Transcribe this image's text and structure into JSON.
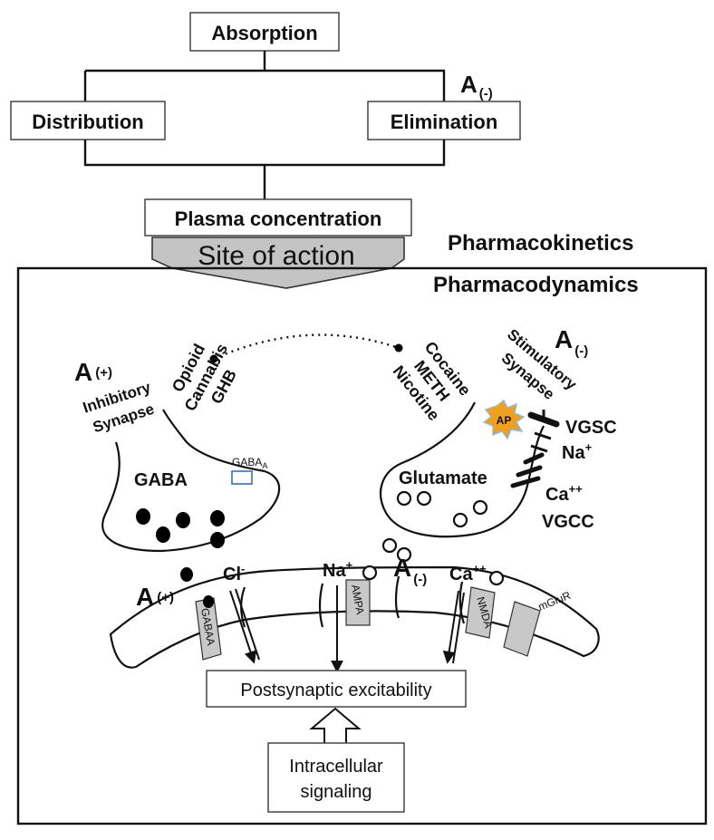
{
  "pk": {
    "absorption": "Absorption",
    "distribution": "Distribution",
    "elimination": "Elimination",
    "plasma": "Plasma concentration",
    "site": "Site of action",
    "a_elim_main": "A",
    "a_elim_sub": "(-)",
    "heading_pk": "Pharmacokinetics",
    "heading_pd": "Pharmacodynamics"
  },
  "inhibitory": {
    "a_main": "A",
    "a_sub": "(+)",
    "label_line1": "Inhibitory",
    "label_line2": "Synapse",
    "drugs": [
      "Opioid",
      "Cannabis",
      "GHB"
    ],
    "transmitter": "GABA",
    "receptor_main": "GABA",
    "receptor_sub": "A"
  },
  "stimulatory": {
    "a_main": "A",
    "a_sub": "(-)",
    "label_line1": "Stimulatory",
    "label_line2": "Synapse",
    "drugs": [
      "Cocaine",
      "METH",
      "Nicotine"
    ],
    "transmitter": "Glutamate",
    "ap": "AP",
    "vgsc": "VGSC",
    "na_main": "Na",
    "na_sup": "+",
    "ca_main": "Ca",
    "ca_sup": "++",
    "vgcc": "VGCC"
  },
  "postsynaptic": {
    "a_left_main": "A",
    "a_left_sub": "(+)",
    "cl_main": "Cl",
    "cl_sup": "-",
    "na_main": "Na",
    "na_sup": "+",
    "a_mid_main": "A",
    "a_mid_sub": "(-)",
    "ca_main": "Ca",
    "ca_sup": "++",
    "gabaa": "GABAA",
    "ampa": "AMPA",
    "nmda": "NMDA",
    "mglur": "mGluR",
    "excitability": "Postsynaptic excitability",
    "signal_line1": "Intracellular",
    "signal_line2": "signaling"
  }
}
